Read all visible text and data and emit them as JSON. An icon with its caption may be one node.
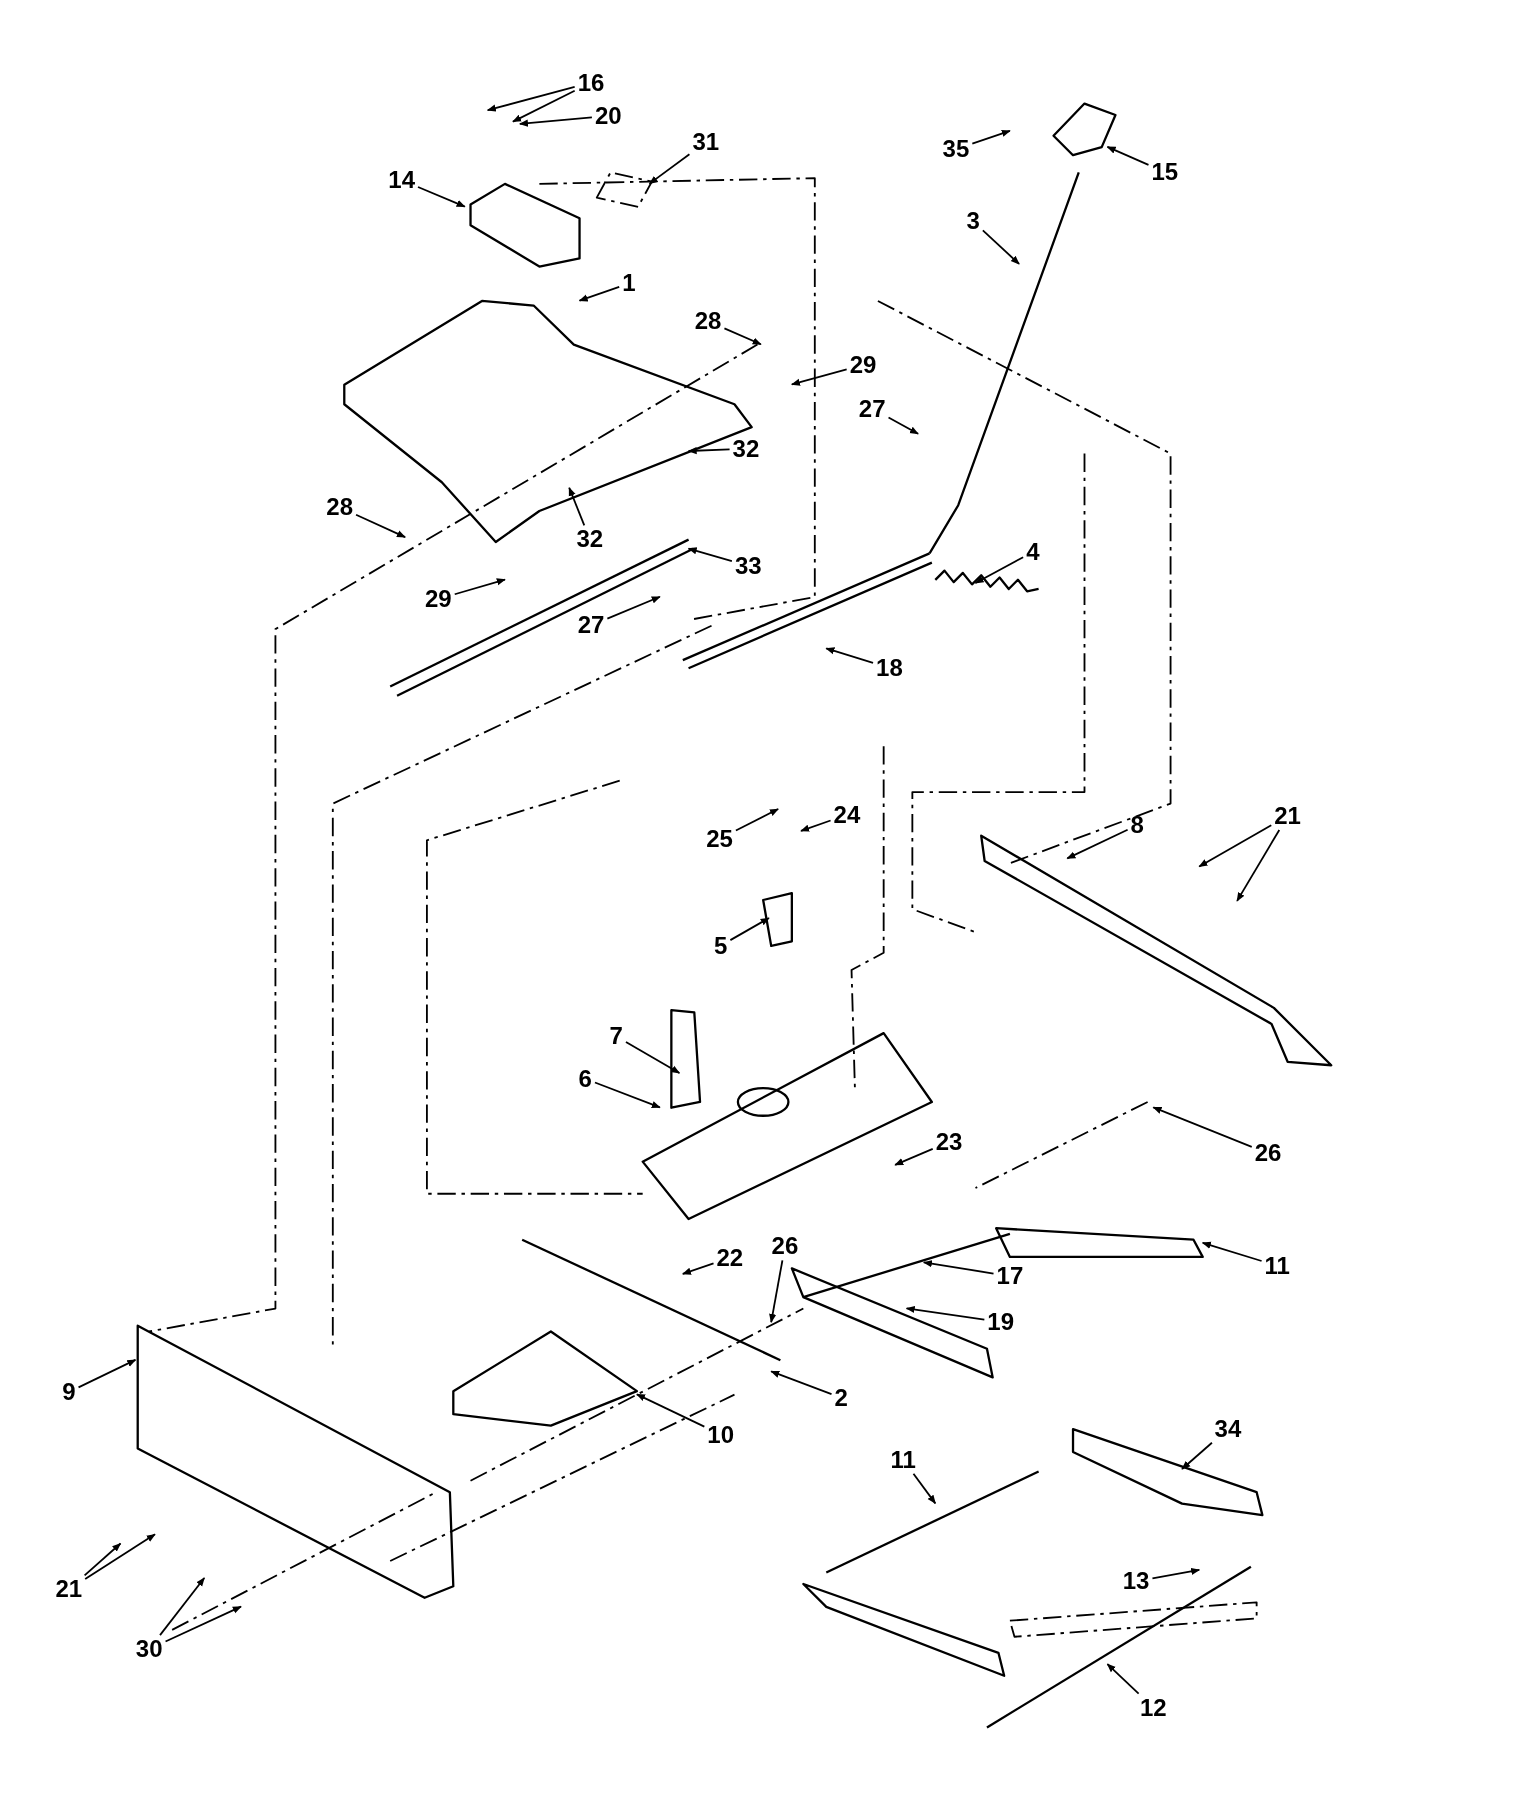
{
  "diagram": {
    "nodes": [
      {
        "text": [
          "16"
        ]
      },
      {
        "text": [
          "20"
        ]
      },
      {
        "text": [
          "35"
        ]
      },
      {
        "text": [
          "15"
        ]
      },
      {
        "text": [
          "31"
        ]
      },
      {
        "text": [
          "14"
        ]
      },
      {
        "text": [
          "3"
        ]
      },
      {
        "text": [
          "1"
        ]
      },
      {
        "text": [
          "28"
        ]
      },
      {
        "text": [
          "29"
        ]
      },
      {
        "text": [
          "27"
        ]
      },
      {
        "text": [
          "32"
        ]
      },
      {
        "text": [
          "28"
        ]
      },
      {
        "text": [
          "32"
        ]
      },
      {
        "text": [
          "33"
        ]
      },
      {
        "text": [
          "4"
        ]
      },
      {
        "text": [
          "29"
        ]
      },
      {
        "text": [
          "27"
        ]
      },
      {
        "text": [
          "18"
        ]
      },
      {
        "text": [
          "21"
        ]
      },
      {
        "text": [
          "8"
        ]
      },
      {
        "text": [
          "24"
        ]
      },
      {
        "text": [
          "25"
        ]
      },
      {
        "text": [
          "5"
        ]
      },
      {
        "text": [
          "7"
        ]
      },
      {
        "text": [
          "6"
        ]
      },
      {
        "text": [
          "23"
        ]
      },
      {
        "text": [
          "26"
        ]
      },
      {
        "text": [
          "22"
        ]
      },
      {
        "text": [
          "26"
        ]
      },
      {
        "text": [
          "11"
        ]
      },
      {
        "text": [
          "17"
        ]
      },
      {
        "text": [
          "19"
        ]
      },
      {
        "text": [
          "9"
        ]
      },
      {
        "text": [
          "2"
        ]
      },
      {
        "text": [
          "34"
        ]
      },
      {
        "text": [
          "10"
        ]
      },
      {
        "text": [
          "11"
        ]
      },
      {
        "text": [
          "13"
        ]
      },
      {
        "text": [
          "21"
        ]
      },
      {
        "text": [
          "30"
        ]
      },
      {
        "text": [
          "12"
        ]
      }
    ],
    "edges": [
      {
        "from": 0,
        "to": null,
        "arrow": "to"
      },
      {
        "from": 0,
        "to": null,
        "arrow": "to"
      },
      {
        "from": 1,
        "to": null,
        "arrow": "to"
      },
      {
        "from": 2,
        "to": null,
        "arrow": "to"
      },
      {
        "from": 3,
        "to": null,
        "arrow": "to"
      },
      {
        "from": 4,
        "to": null,
        "arrow": "to"
      },
      {
        "from": 5,
        "to": null,
        "arrow": "to"
      },
      {
        "from": 6,
        "to": null,
        "arrow": "to"
      },
      {
        "from": 7,
        "to": null,
        "arrow": "to"
      },
      {
        "from": 8,
        "to": null,
        "arrow": "to"
      },
      {
        "from": 9,
        "to": null,
        "arrow": "to"
      },
      {
        "from": 10,
        "to": null,
        "arrow": "to"
      },
      {
        "from": 11,
        "to": null,
        "arrow": "to"
      },
      {
        "from": 12,
        "to": null,
        "arrow": "to"
      },
      {
        "from": 13,
        "to": null,
        "arrow": "to"
      },
      {
        "from": 14,
        "to": null,
        "arrow": "to"
      },
      {
        "from": 15,
        "to": null,
        "arrow": "to"
      },
      {
        "from": 16,
        "to": null,
        "arrow": "to"
      },
      {
        "from": 17,
        "to": null,
        "arrow": "to"
      },
      {
        "from": 18,
        "to": null,
        "arrow": "to"
      },
      {
        "from": 19,
        "to": null,
        "arrow": "to"
      },
      {
        "from": 19,
        "to": null,
        "arrow": "to"
      },
      {
        "from": 20,
        "to": null,
        "arrow": "to"
      },
      {
        "from": 21,
        "to": null,
        "arrow": "to"
      },
      {
        "from": 22,
        "to": null,
        "arrow": "to"
      },
      {
        "from": 23,
        "to": null,
        "arrow": "to"
      },
      {
        "from": 24,
        "to": null,
        "arrow": "to"
      },
      {
        "from": 25,
        "to": null,
        "arrow": "to"
      },
      {
        "from": 26,
        "to": null,
        "arrow": "to"
      },
      {
        "from": 27,
        "to": null,
        "arrow": "to"
      },
      {
        "from": 28,
        "to": null,
        "arrow": "to"
      },
      {
        "from": 29,
        "to": null,
        "arrow": "to"
      },
      {
        "from": 30,
        "to": null,
        "arrow": "to"
      },
      {
        "from": 31,
        "to": null,
        "arrow": "to"
      },
      {
        "from": 32,
        "to": null,
        "arrow": "to"
      },
      {
        "from": 33,
        "to": null,
        "arrow": "to"
      },
      {
        "from": 34,
        "to": null,
        "arrow": "to"
      },
      {
        "from": 35,
        "to": null,
        "arrow": "to"
      },
      {
        "from": 36,
        "to": null,
        "arrow": "to"
      },
      {
        "from": 37,
        "to": null,
        "arrow": "to"
      },
      {
        "from": 38,
        "to": null,
        "arrow": "to"
      },
      {
        "from": 39,
        "to": null,
        "arrow": "to"
      },
      {
        "from": 39,
        "to": null,
        "arrow": "to"
      },
      {
        "from": 40,
        "to": null,
        "arrow": "to"
      },
      {
        "from": 40,
        "to": null,
        "arrow": "to"
      },
      {
        "from": 41,
        "to": null,
        "arrow": "to"
      }
    ]
  }
}
